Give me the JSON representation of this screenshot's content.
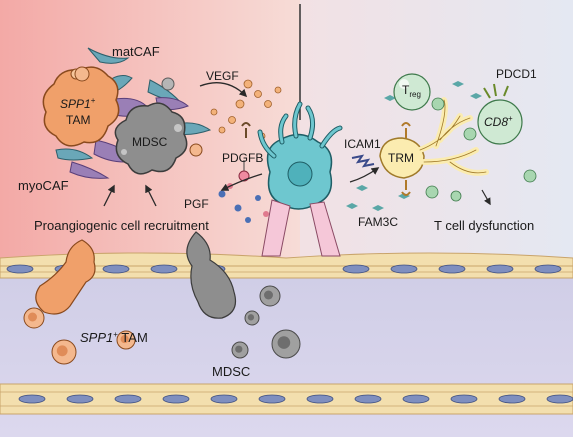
{
  "labels": {
    "matcaf": "matCAF",
    "spp1_tam_top_gene": "SPP1",
    "spp1_tam_top_plus": "+",
    "spp1_tam_top_word": "TAM",
    "mdsc_top": "MDSC",
    "myocaf": "myoCAF",
    "recruitment": "Proangiogenic cell recruitment",
    "vegf": "VEGF",
    "pdgfb": "PDGFB",
    "pgf": "PGF",
    "icam1": "ICAM1",
    "fam3c": "FAM3C",
    "trm": "TRM",
    "treg_t": "T",
    "treg_sub": "reg",
    "pdcd1": "PDCD1",
    "cd8": "CD8",
    "cd8_plus": "+",
    "t_dysfunction": "T cell dysfunction",
    "spp1_tam_bottom_gene": "SPP1",
    "spp1_tam_bottom_plus": "+",
    "spp1_tam_bottom_word": " TAM",
    "mdsc_bottom": "MDSC"
  },
  "colors": {
    "left_panel_bg": "#f6c9c4",
    "right_panel_bg": "#ecebf2",
    "vessel_lumen": "#d8d4ea",
    "endothelium": "#f1dca6",
    "endothelial_nucleus": "#7f8fbf",
    "tam_orange": "#f0a06a",
    "mdsc_gray": "#8e8e8e",
    "caf_teal": "#6aa7b8",
    "caf_purple": "#9a7fb6",
    "pericyte_teal": "#6ec7cf",
    "trm_yellow": "#fbecb0",
    "t_cell_green": "#cfe9d3",
    "vegf_orange": "#f3b27a",
    "pdgfb_pink": "#f08aa0",
    "pgf_blue": "#4a6fb5",
    "fam3c_teal": "#5aa7a7"
  },
  "icons": [
    "cell-icon",
    "arrow-icon",
    "ligand-icon",
    "receptor-icon",
    "inhibition-icon"
  ]
}
